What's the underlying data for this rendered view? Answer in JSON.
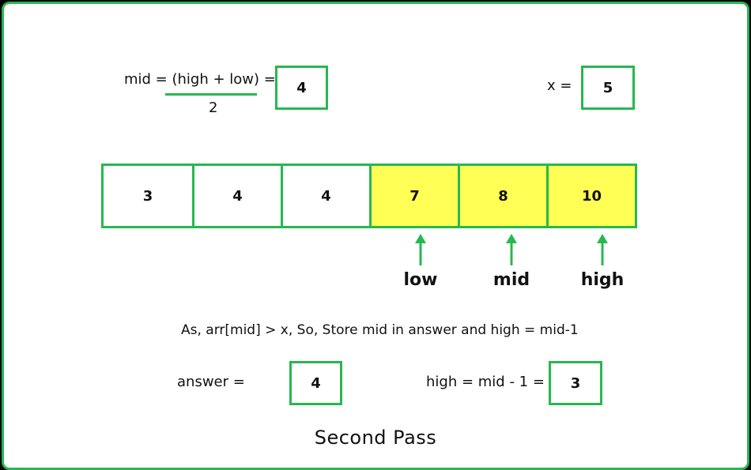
{
  "formula": {
    "numerator": "mid = (high + low) =",
    "denominator": "2",
    "mid_value": "4"
  },
  "target": {
    "label": "x =",
    "value": "5"
  },
  "array": {
    "cells": [
      {
        "value": "3",
        "highlighted": false
      },
      {
        "value": "4",
        "highlighted": false
      },
      {
        "value": "4",
        "highlighted": false
      },
      {
        "value": "7",
        "highlighted": true
      },
      {
        "value": "8",
        "highlighted": true
      },
      {
        "value": "10",
        "highlighted": true
      }
    ],
    "pointers": [
      {
        "label": "low",
        "index": 3
      },
      {
        "label": "mid",
        "index": 4
      },
      {
        "label": "high",
        "index": 5
      }
    ]
  },
  "explanation": "As, arr[mid] > x, So, Store mid in answer and high = mid-1",
  "answer": {
    "label": "answer =",
    "value": "4"
  },
  "high_update": {
    "label": "high = mid - 1 =",
    "value": "3"
  },
  "caption": "Second  Pass",
  "colors": {
    "border": "#27b84f",
    "highlight": "#ffff55",
    "arrow": "#27b84f"
  }
}
